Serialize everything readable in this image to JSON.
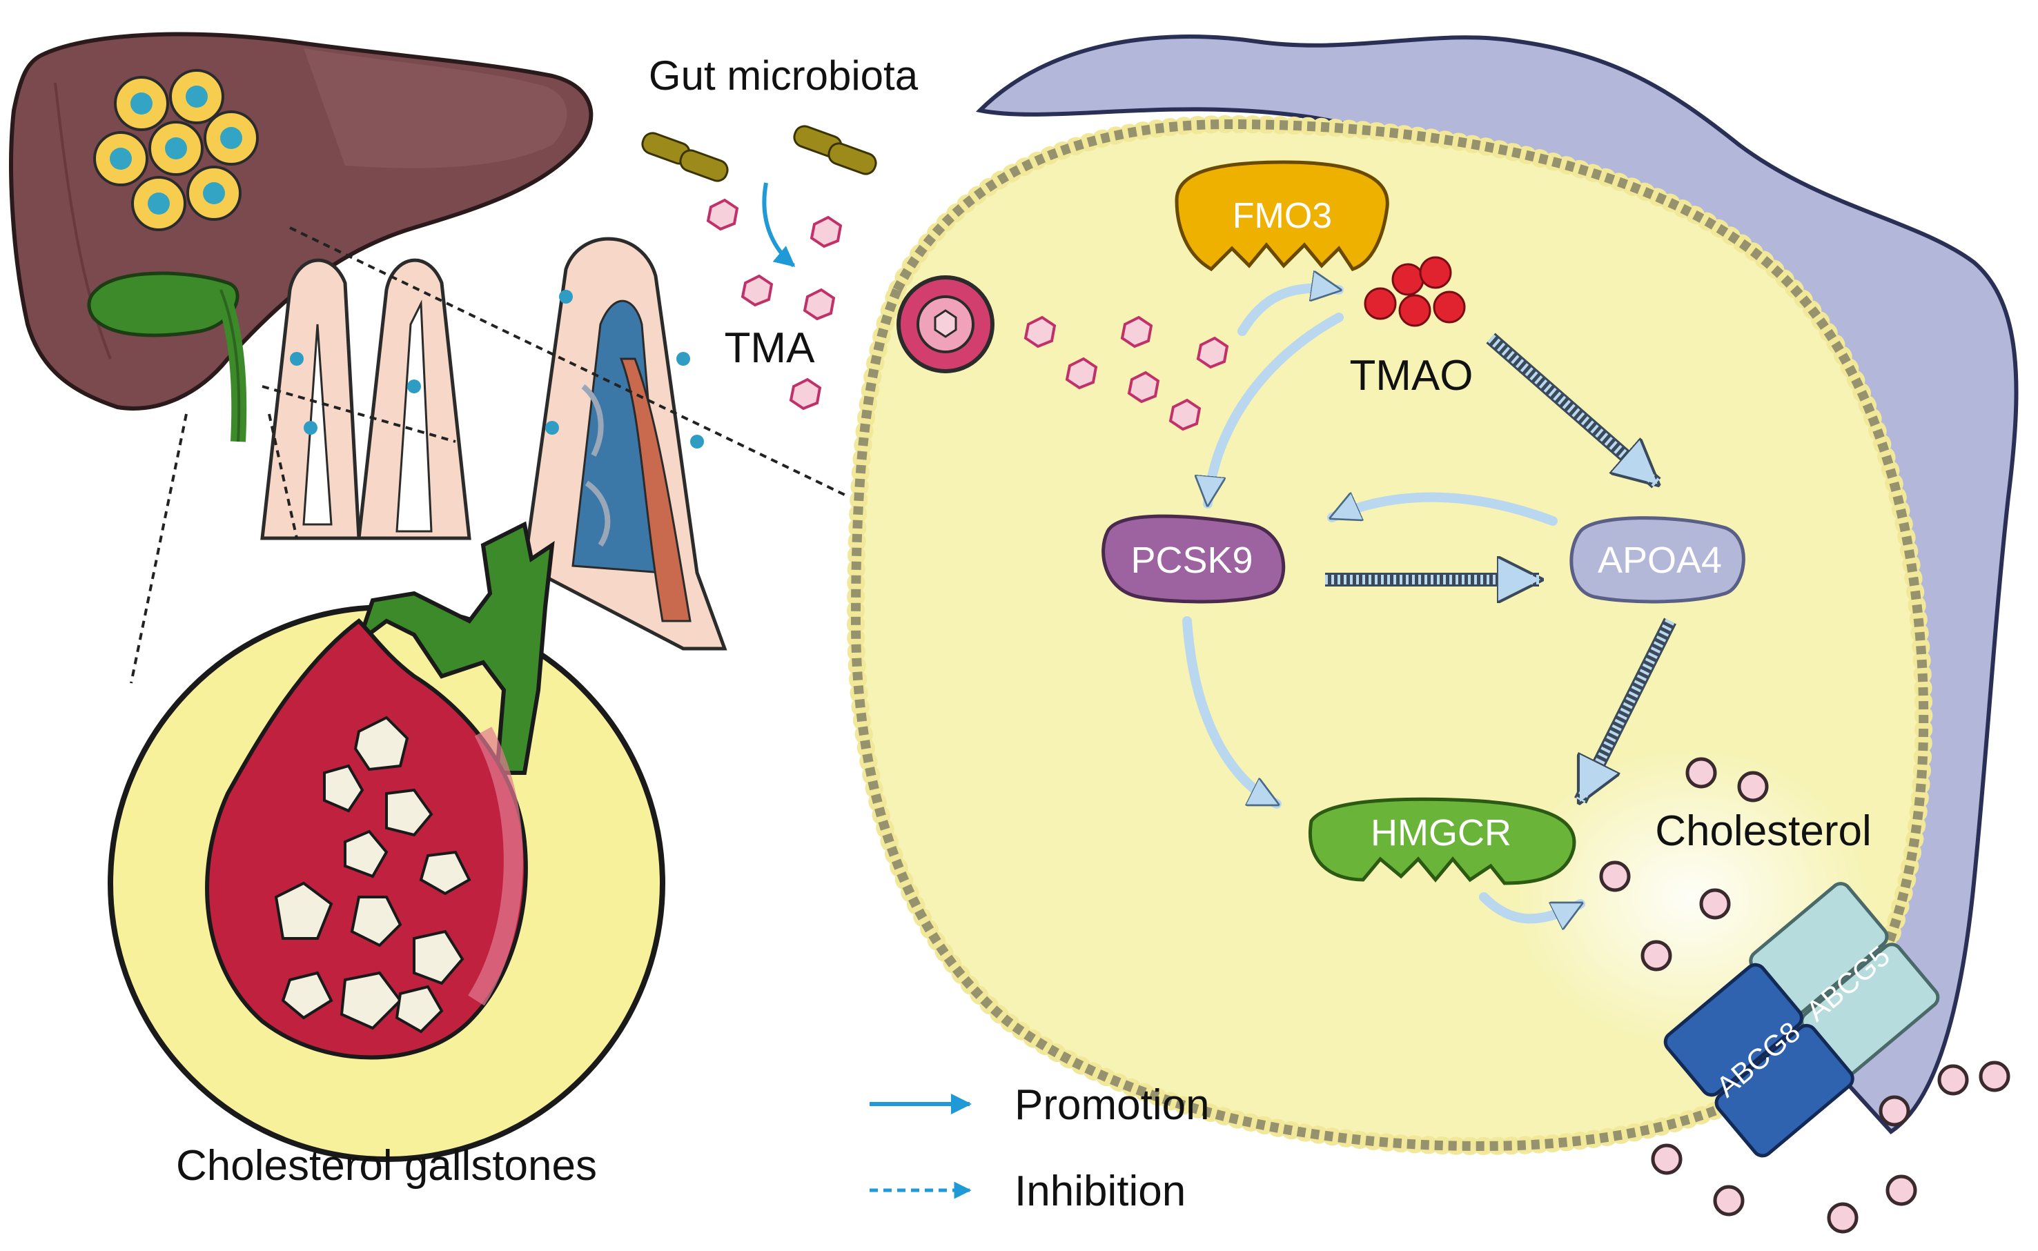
{
  "labels": {
    "gut_microbiota": "Gut microbiota",
    "tma": "TMA",
    "tmao": "TMAO",
    "fmo3": "FMO3",
    "pcsk9": "PCSK9",
    "apoa4": "APOA4",
    "hmgcr": "HMGCR",
    "cholesterol": "Cholesterol",
    "abcg5": "ABCG5",
    "abcg8": "ABCG8",
    "gallstones": "Cholesterol gallstones"
  },
  "legend": {
    "promotion": "Promotion",
    "inhibition": "Inhibition"
  },
  "colors": {
    "arrow_promotion": "#1f9ad6",
    "arrow_flow": "#b9d7ee",
    "liver": "#7a4a4f",
    "gallbladder_green": "#3d8a2a",
    "cell_fill": "#f6f3b4",
    "cell_border": "#e7db64",
    "outer_cell": "#b3b8da",
    "fmo3": "#efb100",
    "pcsk9": "#9d63a0",
    "apoa4": "#b4b8d8",
    "hmgcr": "#6bb43a",
    "abcg5": "#b7dcdd",
    "abcg8": "#2f63b0",
    "tma_pink": "#d7467a",
    "tmao_red": "#e0232f",
    "gallstone_sac": "#c0213e",
    "circle_bg": "#f8f19c"
  }
}
